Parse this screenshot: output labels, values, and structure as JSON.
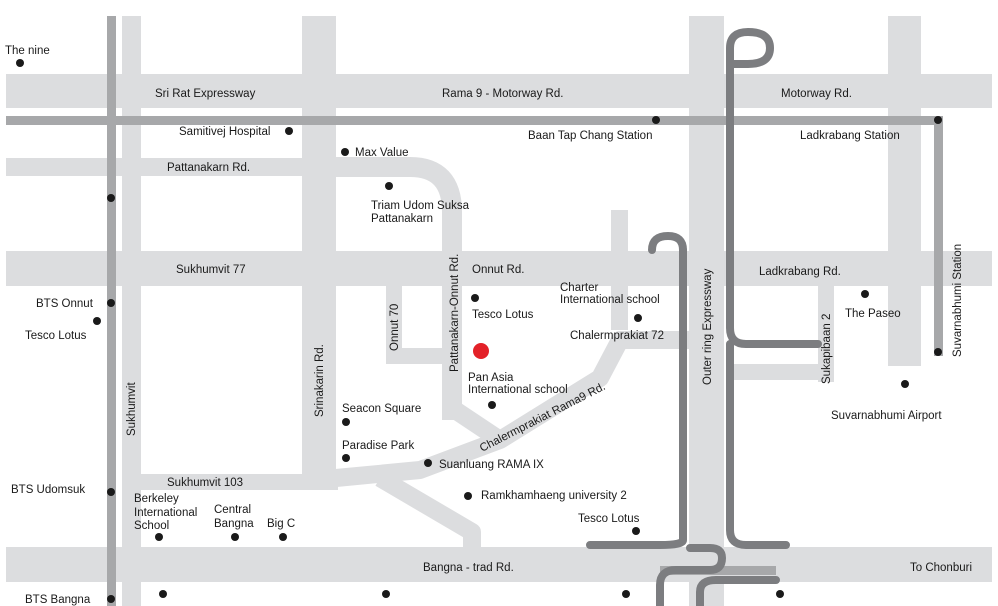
{
  "roads": {
    "sri_rat": "Sri Rat Expressway",
    "rama9_motorway": "Rama 9 - Motorway Rd.",
    "motorway": "Motorway Rd.",
    "pattanakarn": "Pattanakarn  Rd.",
    "sukhumvit77": "Sukhumvit 77",
    "onnut": "Onnut Rd.",
    "ladkrabang": "Ladkrabang Rd.",
    "onnut70": "Onnut 70",
    "pattanakarn_onnut": "Pattanakarn-Onnut Rd.",
    "srinakarin": "Srinakarin Rd.",
    "sukhumvit": "Sukhumvit",
    "sukhumvit103": "Sukhumvit 103",
    "chalermprakiat_rama9": "Chalermprakiat Rama9 Rd.",
    "outer_ring": "Outer ring Expressway",
    "sukapibaan2": "Sukapibaan 2",
    "suvarnabhumi_station": "Suvarnabhumi Station",
    "bangna_trad": "Bangna - trad Rd.",
    "to_chonburi": "To Chonburi"
  },
  "places": {
    "the_nine": "The nine",
    "samitivej": "Samitivej Hospital",
    "baan_tap_chang": "Baan Tap Chang Station",
    "ladkrabang_station": "Ladkrabang Station",
    "max_value": "Max Value",
    "triam_line1": "Triam Udom Suksa",
    "triam_line2": "Pattanakarn",
    "bts_onnut": "BTS Onnut",
    "tesco_lotus_left": "Tesco Lotus",
    "charter_line1": "Charter",
    "charter_line2": "International school",
    "tesco_lotus_mid": "Tesco Lotus",
    "chalermprakiat72": "Chalermprakiat 72",
    "the_paseo": "The Paseo",
    "pan_asia_line1": "Pan Asia",
    "pan_asia_line2": "International school",
    "seacon_square": "Seacon Square",
    "paradise_park": "Paradise Park",
    "suanluang": "Suanluang RAMA IX",
    "ramkhamhaeng": "Ramkhamhaeng university 2",
    "suvarnabhumi_airport": "Suvarnabhumi Airport",
    "bts_udomsuk": "BTS Udomsuk",
    "berkeley_line1": "Berkeley",
    "berkeley_line2": "International",
    "berkeley_line3": "School",
    "central_line1": "Central",
    "central_line2": "Bangna",
    "big_c": "Big C",
    "tesco_lotus_bottom": "Tesco Lotus",
    "bts_bangna": "BTS Bangna"
  },
  "colors": {
    "road_light": "#dcdddf",
    "road_mid": "#a7a8aa",
    "road_dark": "#7c7d80",
    "marker": "#1a1a1a",
    "highlight": "#e32128"
  }
}
